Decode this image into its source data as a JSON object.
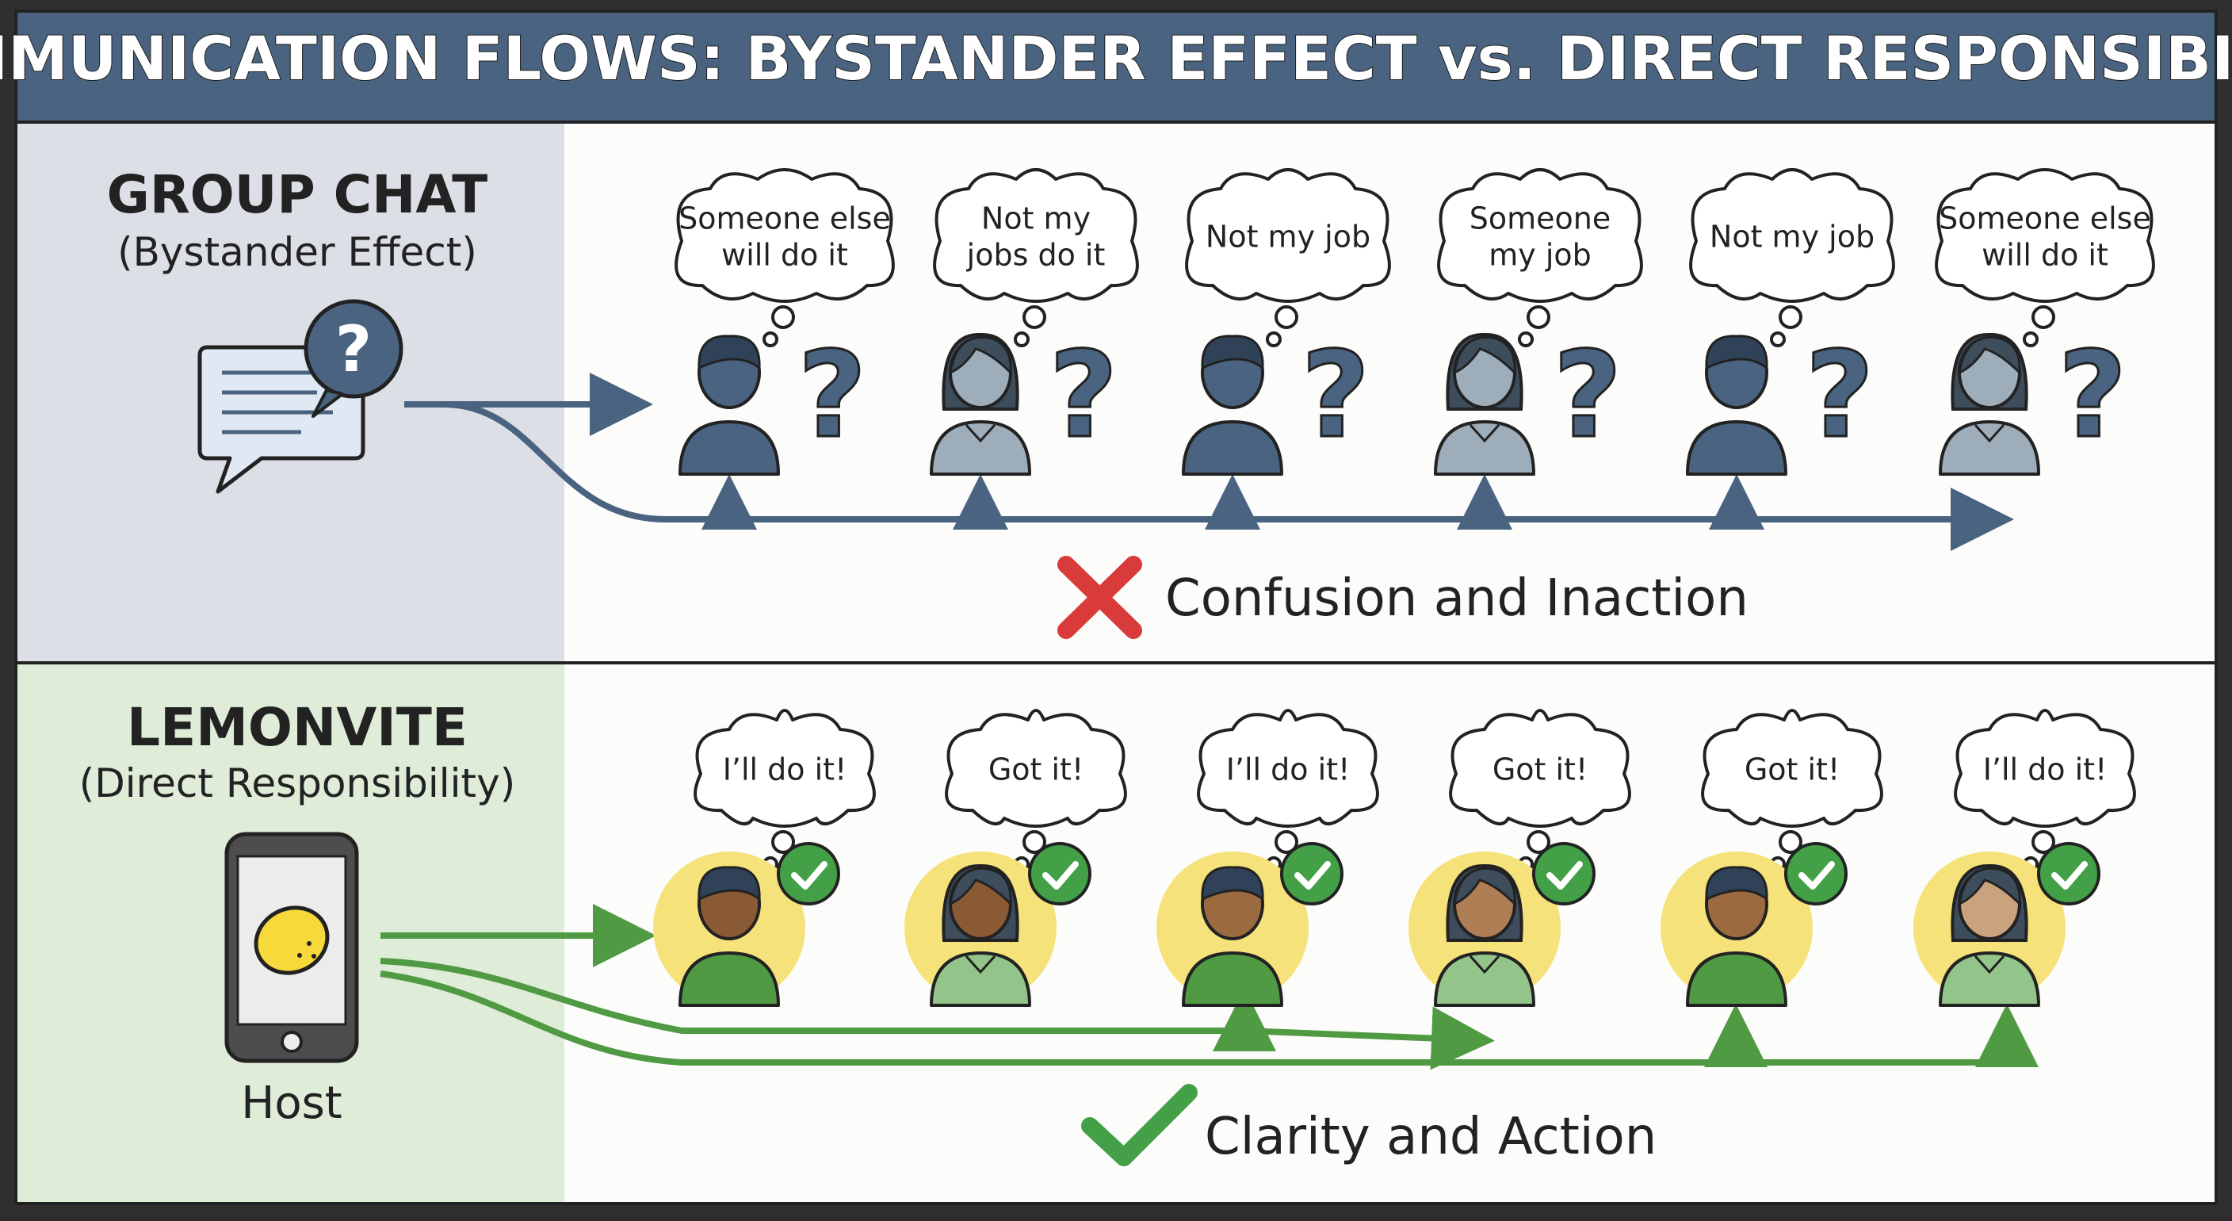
{
  "title": "COMMUNICATION FLOWS: BYSTANDER EFFECT vs. DIRECT RESPONSIBILITY",
  "colors": {
    "header_bg": "#4a6380",
    "top_left_bg": "#dcdfe6",
    "bottom_left_bg": "#deecd8",
    "panel_bg": "#fcfcfa",
    "person_dark": "#4a6380",
    "person_light": "#9eadba",
    "arrow_dark": "#4a6380",
    "arrow_green": "#4f9a43",
    "check_green": "#43a047",
    "cross_red": "#d93a3a",
    "halo_yellow": "#f6e27a",
    "lemon": "#f7d93b",
    "ink": "#222222"
  },
  "group_chat": {
    "heading": "GROUP CHAT",
    "subheading": "(Bystander Effect)",
    "icon": "chat-bubble-question-icon",
    "result_icon": "red-cross-icon",
    "result": "Confusion and Inaction",
    "people": [
      {
        "thought": [
          "Someone else",
          "will do it"
        ],
        "gender": "m",
        "shade": "dark"
      },
      {
        "thought": [
          "Not my",
          "jobs do it"
        ],
        "gender": "f",
        "shade": "light"
      },
      {
        "thought": [
          "Not my job"
        ],
        "gender": "m",
        "shade": "dark"
      },
      {
        "thought": [
          "Someone",
          "my job"
        ],
        "gender": "f",
        "shade": "light"
      },
      {
        "thought": [
          "Not my job"
        ],
        "gender": "m",
        "shade": "dark"
      },
      {
        "thought": [
          "Someone else",
          "will do it"
        ],
        "gender": "f",
        "shade": "light"
      }
    ]
  },
  "lemonvite": {
    "heading": "LEMONVITE",
    "subheading": "(Direct Responsibility)",
    "icon": "phone-lemon-icon",
    "device_label": "Host",
    "result_icon": "green-check-icon",
    "result": "Clarity and Action",
    "people": [
      {
        "thought": [
          "I’ll do it!"
        ],
        "gender": "m",
        "skin": "#8a5a35",
        "shirt": "#4f9a43"
      },
      {
        "thought": [
          "Got it!"
        ],
        "gender": "f",
        "skin": "#8a5a35",
        "shirt": "#93c58a"
      },
      {
        "thought": [
          "I’ll do it!"
        ],
        "gender": "m",
        "skin": "#9b6a3f",
        "shirt": "#4f9a43"
      },
      {
        "thought": [
          "Got it!"
        ],
        "gender": "f",
        "skin": "#b07e55",
        "shirt": "#93c58a"
      },
      {
        "thought": [
          "Got it!"
        ],
        "gender": "m",
        "skin": "#9b6a3f",
        "shirt": "#4f9a43"
      },
      {
        "thought": [
          "I’ll do it!"
        ],
        "gender": "f",
        "skin": "#c9a27e",
        "shirt": "#93c58a"
      }
    ]
  }
}
